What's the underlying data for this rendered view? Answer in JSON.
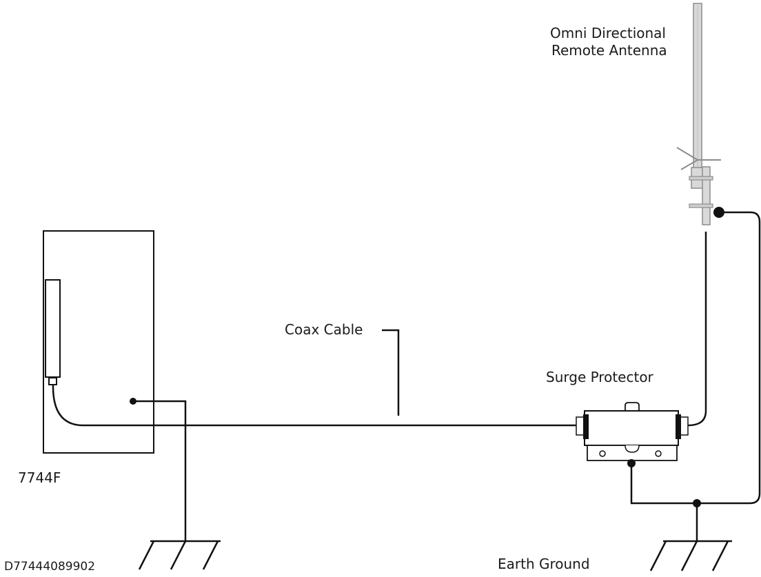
{
  "labels": {
    "antenna_line1": "Omni Directional",
    "antenna_line2": "Remote Antenna",
    "coax_cable": "Coax Cable",
    "surge_protector": "Surge Protector",
    "panel_model": "7744F",
    "earth_ground": "Earth Ground",
    "drawing_ref": "D77444089902"
  },
  "colors": {
    "line": "#111111",
    "antenna_fill": "#d9d9d9",
    "antenna_stroke": "#8c8c8c"
  }
}
